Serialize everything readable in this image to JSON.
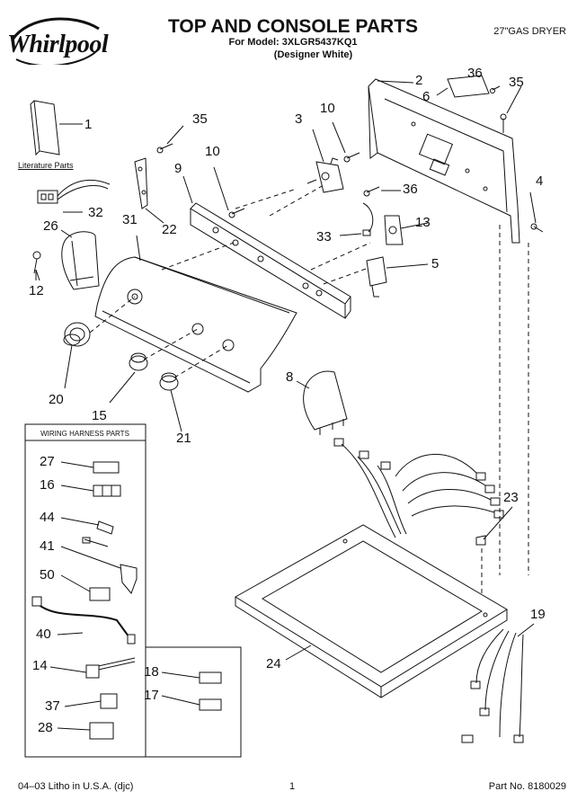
{
  "brand": "Whirlpool",
  "header": {
    "title": "TOP AND CONSOLE PARTS",
    "model_line": "For Model: 3XLGR5437KQ1",
    "color_line": "(Designer White)",
    "product": "27\"GAS DRYER"
  },
  "literature_label": "Literature Parts",
  "wiring_harness_title": "WIRING HARNESS PARTS",
  "callouts": {
    "c1": "1",
    "c2": "2",
    "c3": "3",
    "c5": "5",
    "c6": "6",
    "c8": "8",
    "c9": "9",
    "c10a": "10",
    "c10b": "10",
    "c12": "12",
    "c13": "13",
    "c15": "15",
    "c19": "19",
    "c20": "20",
    "c21": "21",
    "c22": "22",
    "c23": "23",
    "c24": "24",
    "c26": "26",
    "c31": "31",
    "c32": "32",
    "c33": "33",
    "c35a": "35",
    "c35b": "35",
    "c36a": "36",
    "c36b": "36",
    "c4": "4"
  },
  "harness_callouts": {
    "h27": "27",
    "h16": "16",
    "h44": "44",
    "h41": "41",
    "h50": "50",
    "h40": "40",
    "h14": "14",
    "h37": "37",
    "h28": "28",
    "h18": "18",
    "h17": "17"
  },
  "footer": {
    "litho": "04–03 Litho in U.S.A. (djc)",
    "page": "1",
    "part_no": "Part No. 8180029"
  }
}
